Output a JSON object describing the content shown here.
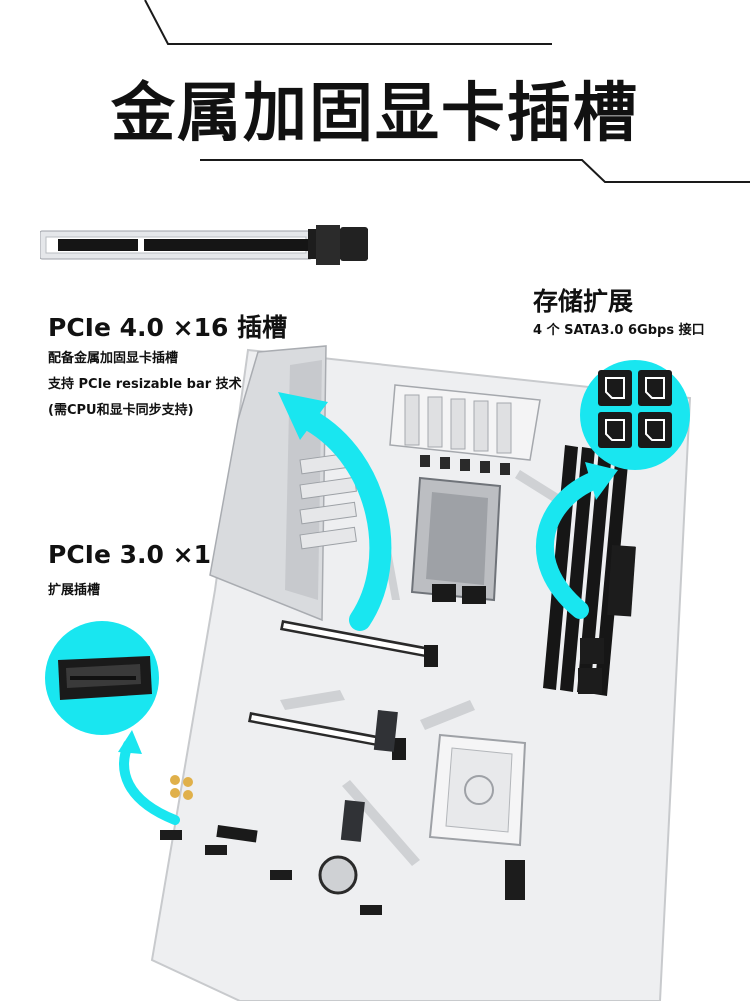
{
  "title": "金属加固显卡插槽",
  "pcie16": {
    "heading": "PCIe 4.0 ×16 插槽",
    "lines": [
      "配备金属加固显卡插槽",
      "支持 PCIe resizable bar 技术",
      "(需CPU和显卡同步支持)"
    ]
  },
  "pcie1": {
    "heading": "PCIe 3.0 ×1",
    "sub": "扩展插槽"
  },
  "storage": {
    "heading": "存储扩展",
    "sub": "4 个 SATA3.0 6Gbps 接口"
  },
  "colors": {
    "accent_cyan": "#19e6f0",
    "board_white": "#f1f1f1",
    "slot_black": "#161616",
    "line_dark": "#1a1a1a"
  }
}
